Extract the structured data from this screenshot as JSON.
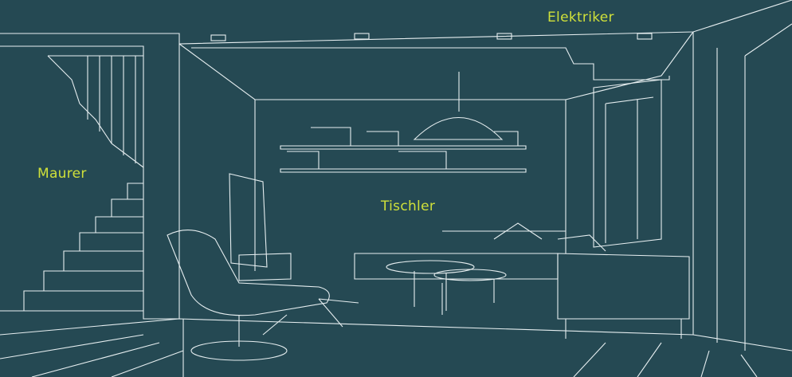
{
  "labels": {
    "elektriker": "Elektriker",
    "maurer": "Maurer",
    "tischler": "Tischler"
  },
  "colors": {
    "background": "#254953",
    "label": "#cfe03a",
    "line": "#e6eef0"
  }
}
